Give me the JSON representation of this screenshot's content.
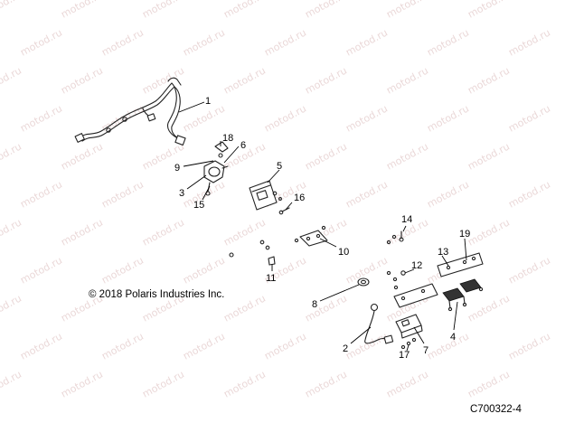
{
  "watermark": {
    "text": "motod.ru"
  },
  "copyright": "© 2018 Polaris Industries Inc.",
  "catalog_id": "C700322-4",
  "callouts": [
    {
      "id": "c1",
      "label": "1"
    },
    {
      "id": "c18",
      "label": "18"
    },
    {
      "id": "c6",
      "label": "6"
    },
    {
      "id": "c9",
      "label": "9"
    },
    {
      "id": "c3",
      "label": "3"
    },
    {
      "id": "c15",
      "label": "15"
    },
    {
      "id": "c5",
      "label": "5"
    },
    {
      "id": "c16",
      "label": "16"
    },
    {
      "id": "c14",
      "label": "14"
    },
    {
      "id": "c10",
      "label": "10"
    },
    {
      "id": "c11",
      "label": "11"
    },
    {
      "id": "c13",
      "label": "13"
    },
    {
      "id": "c19",
      "label": "19"
    },
    {
      "id": "c12",
      "label": "12"
    },
    {
      "id": "c8",
      "label": "8"
    },
    {
      "id": "c4",
      "label": "4"
    },
    {
      "id": "c2",
      "label": "2"
    },
    {
      "id": "c7",
      "label": "7"
    },
    {
      "id": "c17",
      "label": "17"
    }
  ]
}
